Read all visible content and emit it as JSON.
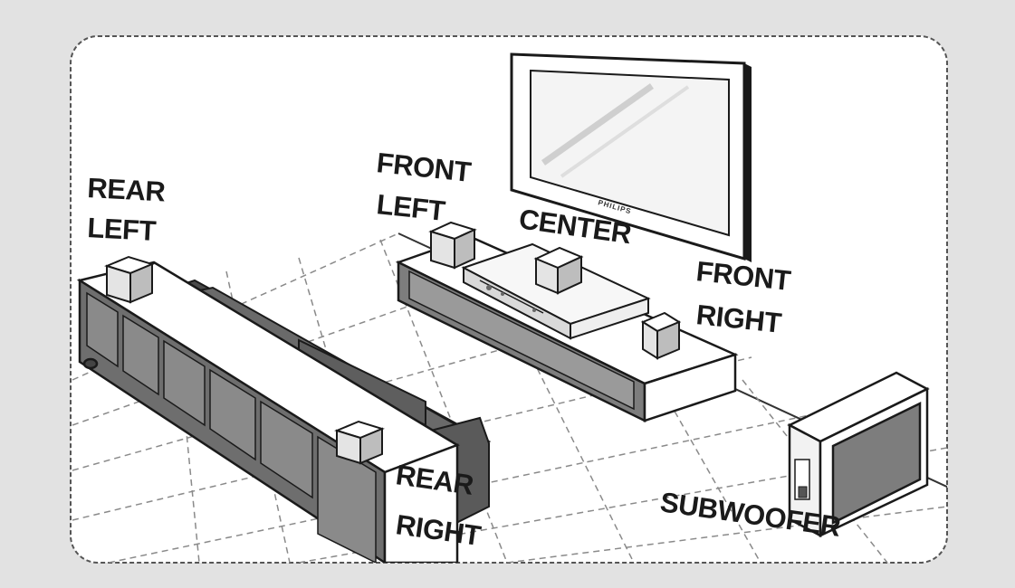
{
  "labels": {
    "rear_left_1": "REAR",
    "rear_left_2": "LEFT",
    "front_left_1": "FRONT",
    "front_left_2": "LEFT",
    "center": "CENTER",
    "front_right_1": "FRONT",
    "front_right_2": "RIGHT",
    "rear_right_1": "REAR",
    "rear_right_2": "RIGHT",
    "subwoofer": "SUBWOOFER"
  },
  "tv_brand": "PHILIPS",
  "colors": {
    "background": "#e2e2e2",
    "panel": "#ffffff",
    "outline": "#1a1a1a",
    "sofa": "#5a5a5a",
    "cabinet_panel": "#7d7d7d",
    "tv_screen": "#f4f4f4"
  }
}
